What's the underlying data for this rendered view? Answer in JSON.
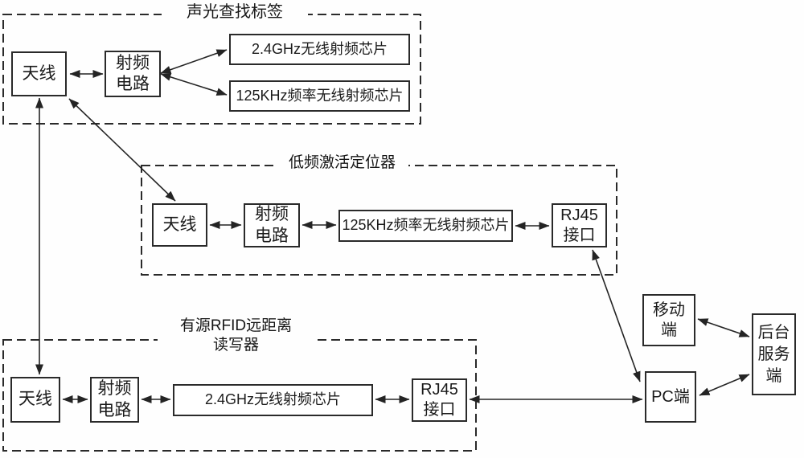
{
  "groups": {
    "acousto_optic_tag": {
      "title": "声光查找标签",
      "antenna": "天线",
      "rf_circuit": "射频\n电路",
      "chip_24ghz": "2.4GHz无线射频芯片",
      "chip_125khz": "125KHz频率无线射频芯片"
    },
    "lf_activator": {
      "title": "低频激活定位器",
      "antenna": "天线",
      "rf_circuit": "射频\n电路",
      "chip_125khz": "125KHz频率无线射频芯片",
      "rj45": "RJ45\n接口"
    },
    "rfid_reader": {
      "title": "有源RFID远距离\n读写器",
      "antenna": "天线",
      "rf_circuit": "射频\n电路",
      "chip_24ghz": "2.4GHz无线射频芯片",
      "rj45": "RJ45\n接口"
    }
  },
  "terminals": {
    "mobile": "移动\n端",
    "pc": "PC端",
    "server": "后台\n服务\n端"
  },
  "colors": {
    "line": "#242424",
    "background": "#fefefe"
  }
}
